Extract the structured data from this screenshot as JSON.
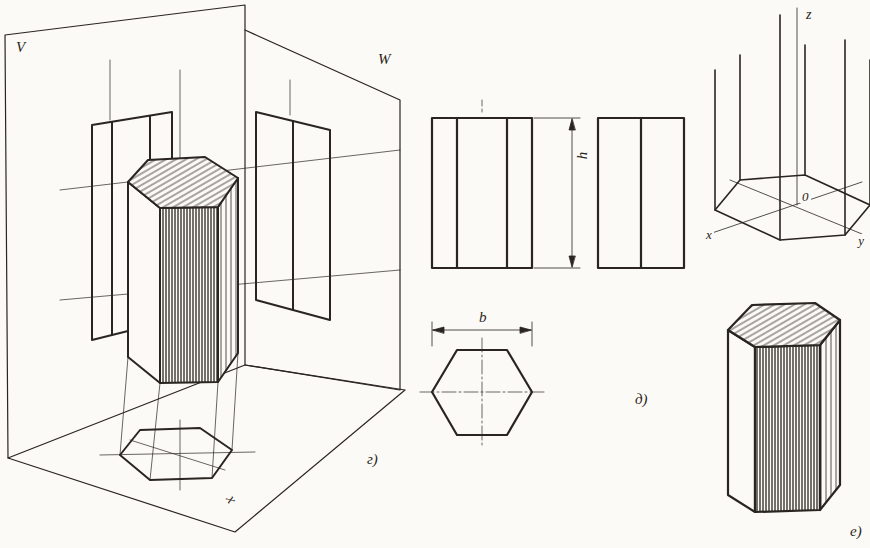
{
  "diagram": {
    "labels": [
      "V",
      "W",
      "x",
      "г)",
      "h",
      "b",
      "д)",
      "z",
      "0",
      "x",
      "y",
      "е)"
    ]
  }
}
